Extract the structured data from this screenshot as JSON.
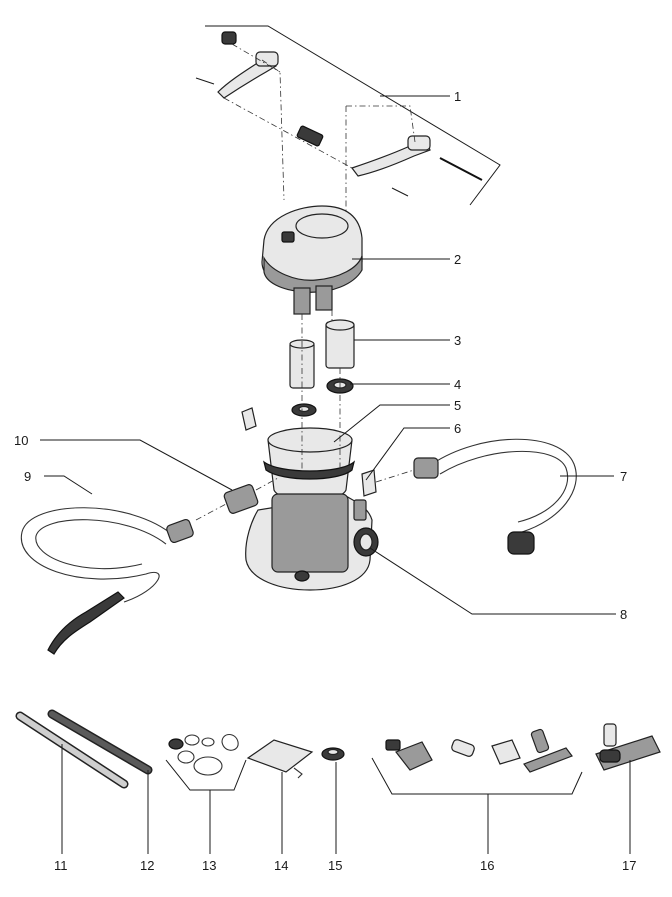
{
  "callouts": [
    {
      "id": "1",
      "label": "1"
    },
    {
      "id": "2",
      "label": "2"
    },
    {
      "id": "3",
      "label": "3"
    },
    {
      "id": "4",
      "label": "4"
    },
    {
      "id": "5",
      "label": "5"
    },
    {
      "id": "6",
      "label": "6"
    },
    {
      "id": "7",
      "label": "7"
    },
    {
      "id": "8",
      "label": "8"
    },
    {
      "id": "9",
      "label": "9"
    },
    {
      "id": "10",
      "label": "10"
    },
    {
      "id": "11",
      "label": "11"
    },
    {
      "id": "12",
      "label": "12"
    },
    {
      "id": "13",
      "label": "13"
    },
    {
      "id": "14",
      "label": "14"
    },
    {
      "id": "15",
      "label": "15"
    },
    {
      "id": "16",
      "label": "16"
    },
    {
      "id": "17",
      "label": "17"
    }
  ],
  "colors": {
    "line": "#1a1a1a",
    "part_light": "#e8e8e8",
    "part_mid": "#9a9a9a",
    "part_dark": "#3a3a3a"
  }
}
